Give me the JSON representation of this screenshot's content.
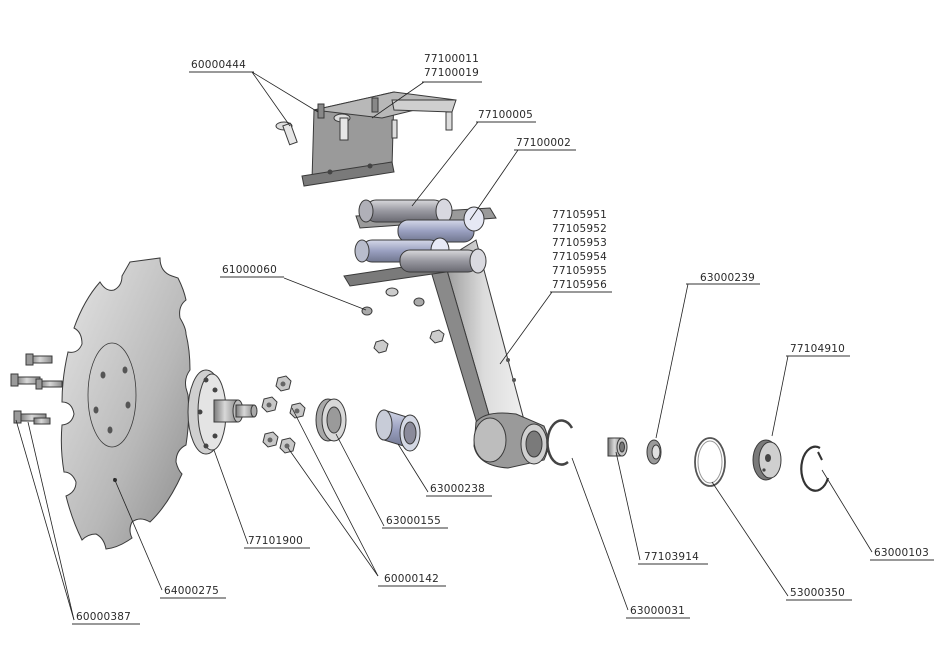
{
  "labels": {
    "p60000444": "60000444",
    "p77100011": "77100011",
    "p77100019": "77100019",
    "p77100005": "77100005",
    "p77100002": "77100002",
    "p77105951": "77105951",
    "p77105952": "77105952",
    "p77105953": "77105953",
    "p77105954": "77105954",
    "p77105955": "77105955",
    "p77105956": "77105956",
    "p61000060": "61000060",
    "p63000239": "63000239",
    "p77104910": "77104910",
    "p63000238": "63000238",
    "p63000155": "63000155",
    "p77101900": "77101900",
    "p60000142": "60000142",
    "p64000275": "64000275",
    "p60000387": "60000387",
    "p63000031": "63000031",
    "p77103914": "77103914",
    "p53000350": "53000350",
    "p63000103": "63000103"
  }
}
